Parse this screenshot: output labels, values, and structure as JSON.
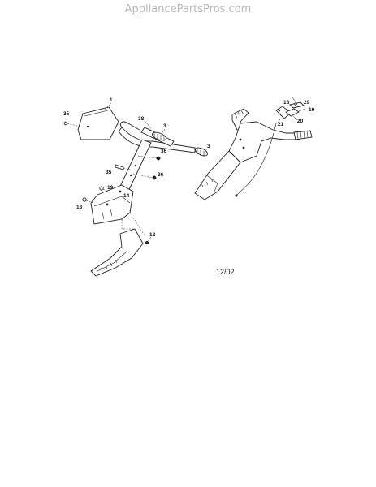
{
  "watermark": "AppliancePartsPros.com",
  "date_code": "12/02",
  "labels": {
    "l1": "1",
    "l3a": "3",
    "l3b": "3",
    "l12": "12",
    "l13": "13",
    "l14": "14",
    "l18": "18",
    "l19a": "19",
    "l19b": "19",
    "l20": "20",
    "l21": "21",
    "l29": "29",
    "l35a": "35",
    "l35b": "35",
    "l36a": "36",
    "l36b": "36",
    "l38": "38"
  }
}
